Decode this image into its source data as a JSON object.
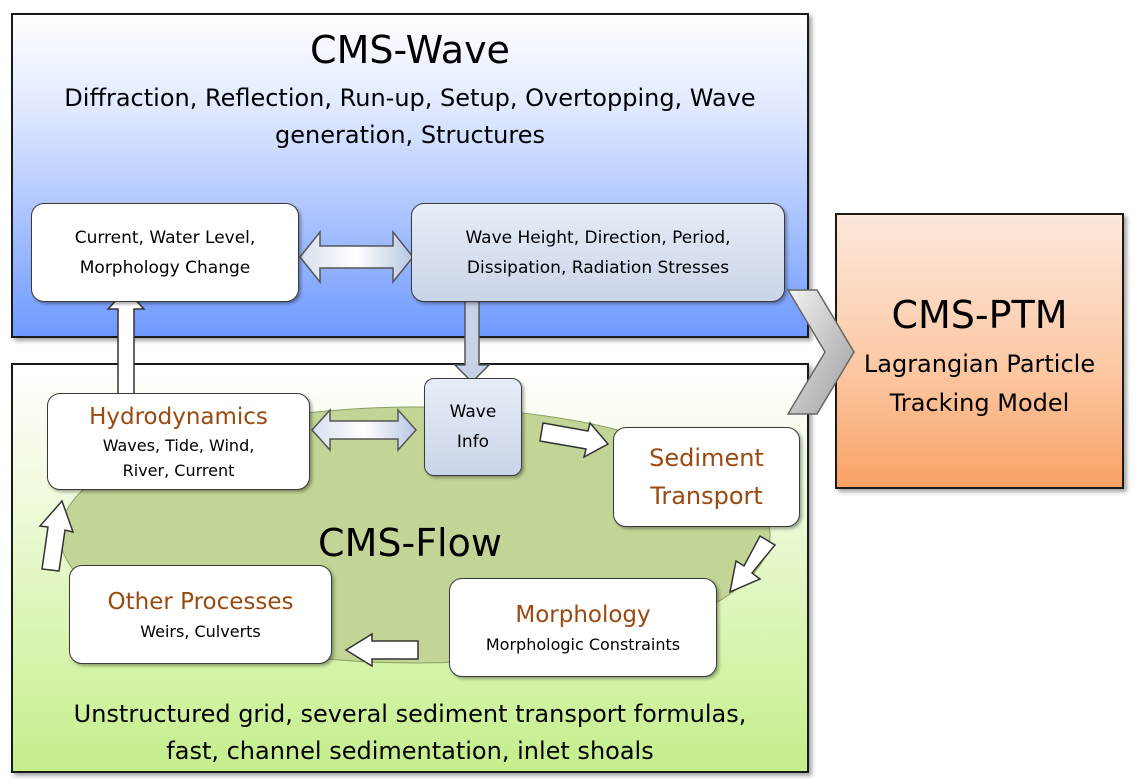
{
  "wave": {
    "title": "CMS-Wave",
    "subtitle_line1": "Diffraction, Reflection, Run-up, Setup, Overtopping, Wave",
    "subtitle_line2": "generation, Structures",
    "box_current_line1": "Current, Water Level,",
    "box_current_line2": "Morphology Change",
    "box_wave_line1": "Wave Height, Direction, Period,",
    "box_wave_line2": "Dissipation, Radiation Stresses"
  },
  "ptm": {
    "title": "CMS-PTM",
    "line1": "Lagrangian Particle",
    "line2": "Tracking Model"
  },
  "flow": {
    "title": "CMS-Flow",
    "hydro_title": "Hydrodynamics",
    "hydro_line1": "Waves, Tide, Wind,",
    "hydro_line2": "River, Current",
    "waveinfo_line1": "Wave",
    "waveinfo_line2": "Info",
    "sediment_line1": "Sediment",
    "sediment_line2": "Transport",
    "morph_title": "Morphology",
    "morph_sub": "Morphologic Constraints",
    "other_title": "Other Processes",
    "other_sub": "Weirs, Culverts",
    "footer_line1": "Unstructured grid, several sediment transport formulas,",
    "footer_line2": "fast, channel sedimentation, inlet shoals"
  },
  "colors": {
    "wave_panel": "#7fa3ff",
    "flow_panel": "#cff29c",
    "ptm_panel": "#fbb27e",
    "ellipse": "#c3d596",
    "orange_text": "#9a4a10"
  }
}
